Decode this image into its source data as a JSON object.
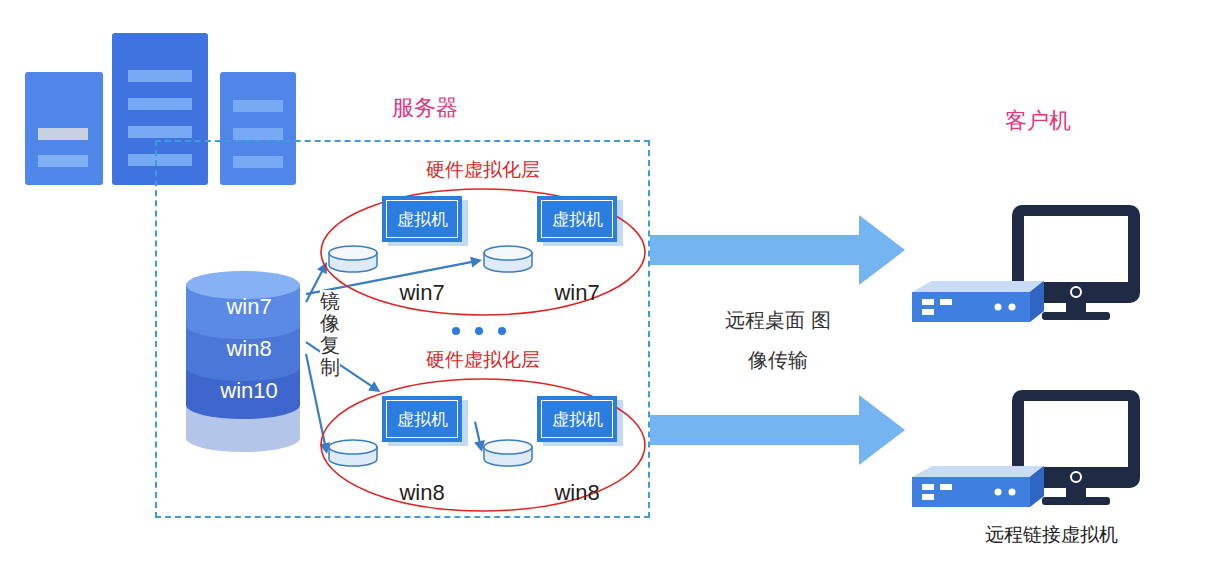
{
  "diagram": {
    "nodes": [
      {
        "text": [
          "服务器"
        ]
      },
      {
        "text": [
          "win7"
        ],
        "in": 0
      },
      {
        "text": [
          "win8"
        ],
        "in": 0
      },
      {
        "text": [
          "win10"
        ],
        "in": 0
      },
      {
        "text": [
          "硬件虚拟化层"
        ],
        "in": 0
      },
      {
        "text": [
          "虚拟机",
          "win7"
        ],
        "in": 4
      },
      {
        "text": [
          "虚拟机",
          "win7"
        ],
        "in": 4
      },
      {
        "text": [
          "硬件虚拟化层"
        ],
        "in": 0
      },
      {
        "text": [
          "虚拟机",
          "win8"
        ],
        "in": 7
      },
      {
        "text": [
          "虚拟机",
          "win8"
        ],
        "in": 7
      },
      {
        "text": [
          "客户机"
        ]
      },
      {
        "text": [
          "远程链接虚拟机"
        ]
      }
    ],
    "edges": [
      {
        "from": 1,
        "to": 5,
        "arrow": "to"
      },
      {
        "from": 1,
        "to": 6,
        "arrow": "to"
      },
      {
        "from": 2,
        "to": 8,
        "arrow": "to"
      },
      {
        "from": 2,
        "to": 8,
        "arrow": "to"
      },
      {
        "from": 8,
        "to": 9,
        "arrow": "to"
      },
      {
        "from": 0,
        "to": 10,
        "arrow": "to"
      },
      {
        "from": 0,
        "to": 11,
        "arrow": "to"
      }
    ],
    "labels": [
      "镜像复制",
      "远程桌面 图像传输"
    ]
  }
}
